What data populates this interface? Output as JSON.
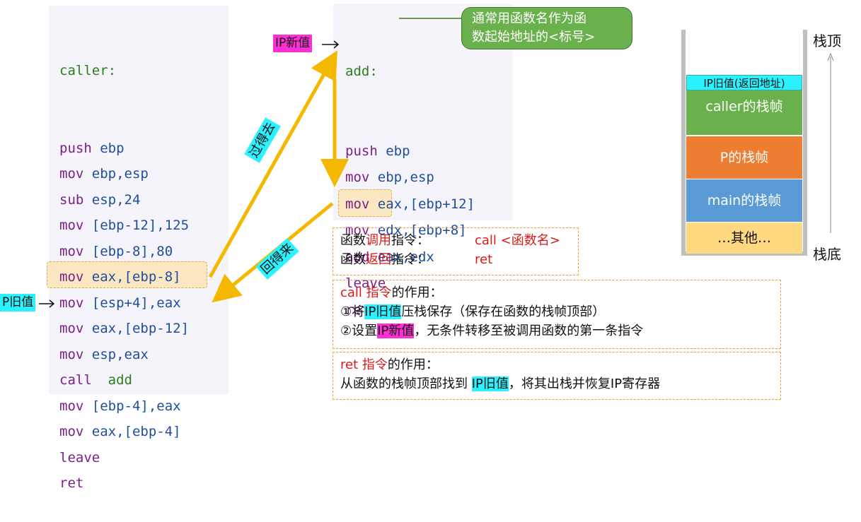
{
  "caller_code": {
    "label": "caller:",
    "lines": [
      {
        "op": "push",
        "args": "ebp"
      },
      {
        "op": "mov",
        "args": "ebp,esp"
      },
      {
        "op": "sub",
        "args": "esp,24"
      },
      {
        "op": "mov",
        "args": "[ebp-12],125"
      },
      {
        "op": "mov",
        "args": "[ebp-8],80"
      },
      {
        "op": "mov",
        "args": "eax,[ebp-8]"
      },
      {
        "op": "mov",
        "args": "[esp+4],eax"
      },
      {
        "op": "mov",
        "args": "eax,[ebp-12]"
      },
      {
        "op": "mov",
        "args": "esp,eax"
      },
      {
        "op": "call",
        "args": " add"
      },
      {
        "op": "mov",
        "args": "[ebp-4],eax"
      },
      {
        "op": "mov",
        "args": "eax,[ebp-4]"
      },
      {
        "op": "leave",
        "args": ""
      },
      {
        "op": "ret",
        "args": ""
      }
    ]
  },
  "add_code": {
    "label": "add:",
    "lines": [
      {
        "op": "push",
        "args": "ebp"
      },
      {
        "op": "mov",
        "args": "ebp,esp"
      },
      {
        "op": "mov",
        "args": "eax,[ebp+12]"
      },
      {
        "op": "mov",
        "args": "edx,[ebp+8]"
      },
      {
        "op": "add",
        "args": "eax,edx"
      },
      {
        "op": "leave",
        "args": ""
      },
      {
        "op": "ret",
        "args": ""
      }
    ]
  },
  "tags": {
    "ip_new": "IP新值",
    "ip_old": "P旧值",
    "go": "过得去",
    "back": "回得来"
  },
  "callout": {
    "line1": "通常用函数名作为函",
    "line2": "数起始地址的<标号>"
  },
  "box1": {
    "l1_pre": "函数",
    "l1_red": "调用",
    "l1_post": "指令：",
    "l1_val": "call <函数名>",
    "l2_pre": "函数",
    "l2_red": "返回",
    "l2_post": "指令：",
    "l2_val": "ret"
  },
  "box2": {
    "title_red": "call 指令",
    "title_post": "的作用：",
    "l1_a": "①将",
    "l1_hl": "IP旧值",
    "l1_b": "压栈保存（保存在函数的栈帧顶部）",
    "l2_a": "②设置",
    "l2_hl": "IP新值",
    "l2_b": "，无条件转移至被调用函数的第一条指令"
  },
  "box3": {
    "title_red": "ret 指令",
    "title_post": "的作用：",
    "l1_a": "从函数的栈帧顶部找到 ",
    "l1_hl": "IP旧值",
    "l1_b": "，将其出栈并恢复IP寄存器"
  },
  "stack": {
    "top_label": "栈顶",
    "bottom_label": "栈底",
    "frames": [
      {
        "label": "IP旧值(返回地址)",
        "color": "#2af3ff"
      },
      {
        "label": "caller的栈帧",
        "color": "#6ab04c"
      },
      {
        "label": "P的栈帧",
        "color": "#ed7d31"
      },
      {
        "label": "main的栈帧",
        "color": "#5b9bd5"
      },
      {
        "label": "…其他…",
        "color": "#ffd980"
      }
    ]
  }
}
